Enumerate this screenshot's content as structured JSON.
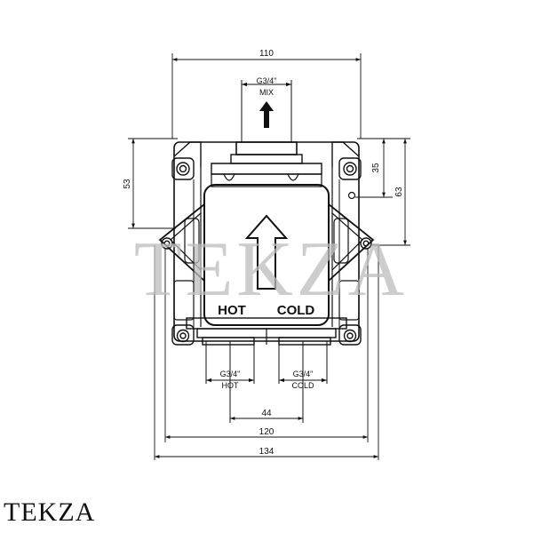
{
  "drawing": {
    "dimensions": {
      "total_width": "110",
      "height_left": "53",
      "height_right_inner": "35",
      "height_right_outer": "63",
      "inlet_spacing": "44",
      "width_120": "120",
      "width_134": "134"
    },
    "ports": {
      "top_thread": "G3/4\"",
      "top_label": "MIX",
      "left_thread": "G3/4\"",
      "left_label": "HOT",
      "right_thread": "G3/4\"",
      "right_label": "COLD"
    },
    "body_text": {
      "hot": "HOT",
      "cold": "COLD"
    },
    "watermark": "TEKZA"
  },
  "brand": {
    "name": "TEKZA"
  }
}
